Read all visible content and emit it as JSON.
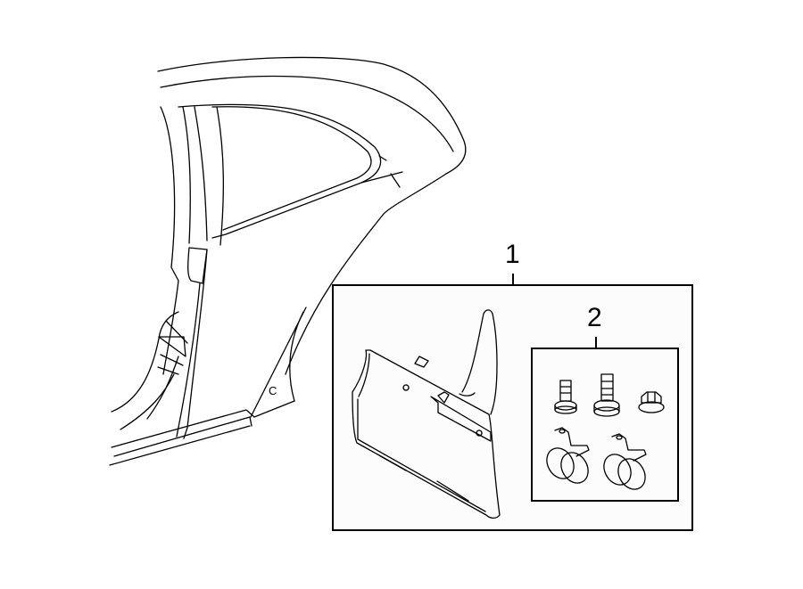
{
  "diagram": {
    "type": "exploded-parts-diagram",
    "subject": "Rear quarter panel with mud flap kit",
    "line_color": "#000000",
    "background": "#ffffff",
    "callouts": [
      {
        "id": "1",
        "label": "1",
        "description": "Mud flap kit (outer box)"
      },
      {
        "id": "2",
        "label": "2",
        "description": "Hardware kit (inner box)"
      }
    ],
    "panel_marking": "C",
    "hardware_items": [
      "bolt-short",
      "bolt-long",
      "flange-nut",
      "clamp-left",
      "clamp-right"
    ]
  }
}
